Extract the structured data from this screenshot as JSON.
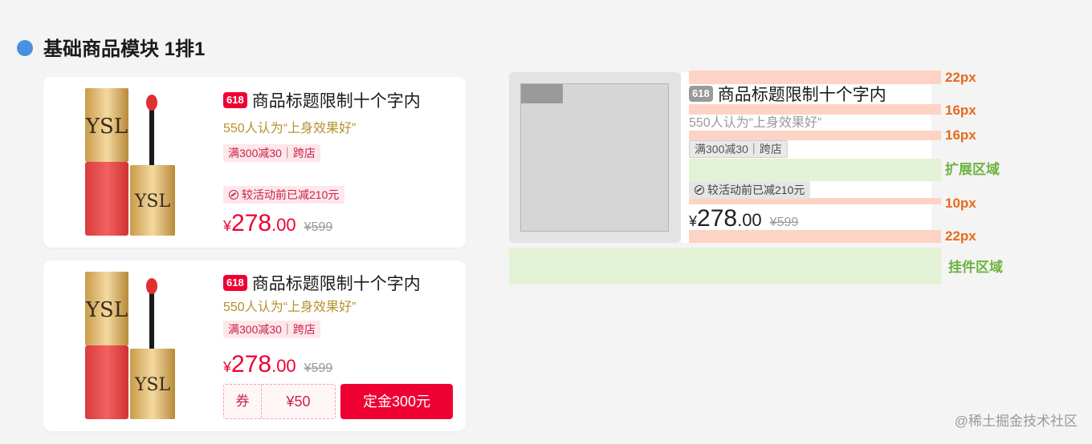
{
  "header": {
    "title": "基础商品模块 1排1"
  },
  "cards": [
    {
      "tag": "618",
      "title": "商品标题限制十个字内",
      "subtitle": "550人认为“上身效果好”",
      "promo": "满300减30｜跨店",
      "reduction": "较活动前已减210元",
      "price_currency": "¥",
      "price_int": "278",
      "price_dec": ".00",
      "price_original": "¥599"
    },
    {
      "tag": "618",
      "title": "商品标题限制十个字内",
      "subtitle": "550人认为“上身效果好”",
      "promo": "满300减30｜跨店",
      "price_currency": "¥",
      "price_int": "278",
      "price_dec": ".00",
      "price_original": "¥599",
      "coupon_label": "券",
      "coupon_value": "¥50",
      "deposit_button": "定金300元"
    }
  ],
  "spec": {
    "tag": "618",
    "title": "商品标题限制十个字内",
    "subtitle": "550人认为“上身效果好”",
    "promo": "满300减30｜跨店",
    "reduction": "较活动前已减210元",
    "price_currency": "¥",
    "price_int": "278",
    "price_dec": ".00",
    "price_original": "¥599",
    "annotations": {
      "gap1": "22px",
      "gap2": "16px",
      "gap3": "16px",
      "expand_area": "扩展区域",
      "gap4": "10px",
      "gap5": "22px",
      "pendant_area": "挂件区域"
    }
  },
  "watermark": "@稀土掘金技术社区",
  "colors": {
    "accent_red": "#ee0033",
    "annotation_orange": "#e86a1c",
    "annotation_green": "#6cb33e",
    "header_dot": "#4a90e2"
  }
}
